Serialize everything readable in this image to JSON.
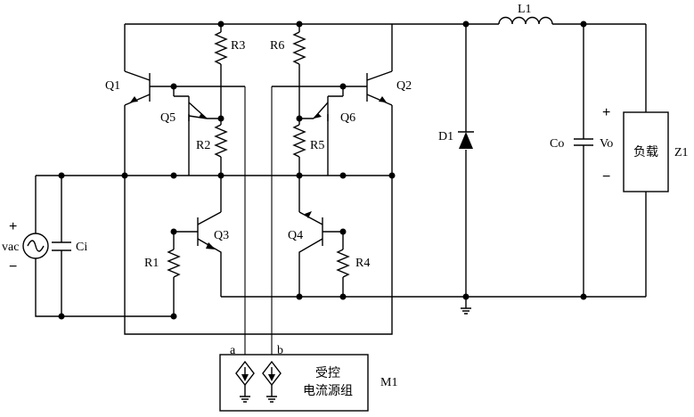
{
  "labels": {
    "q1": "Q1",
    "q2": "Q2",
    "q3": "Q3",
    "q4": "Q4",
    "q5": "Q5",
    "q6": "Q6",
    "r1": "R1",
    "r2": "R2",
    "r3": "R3",
    "r4": "R4",
    "r5": "R5",
    "r6": "R6",
    "l1": "L1",
    "d1": "D1",
    "co": "Co",
    "vo": "Vo",
    "ci": "Ci",
    "vac": "vac",
    "z1": "Z1",
    "load": "负载",
    "m1": "M1",
    "m1_line1": "受控",
    "m1_line2": "电流源组",
    "node_a": "a",
    "node_b": "b",
    "plus_in": "+",
    "minus_in": "−",
    "plus_out": "+",
    "minus_out": "−"
  }
}
